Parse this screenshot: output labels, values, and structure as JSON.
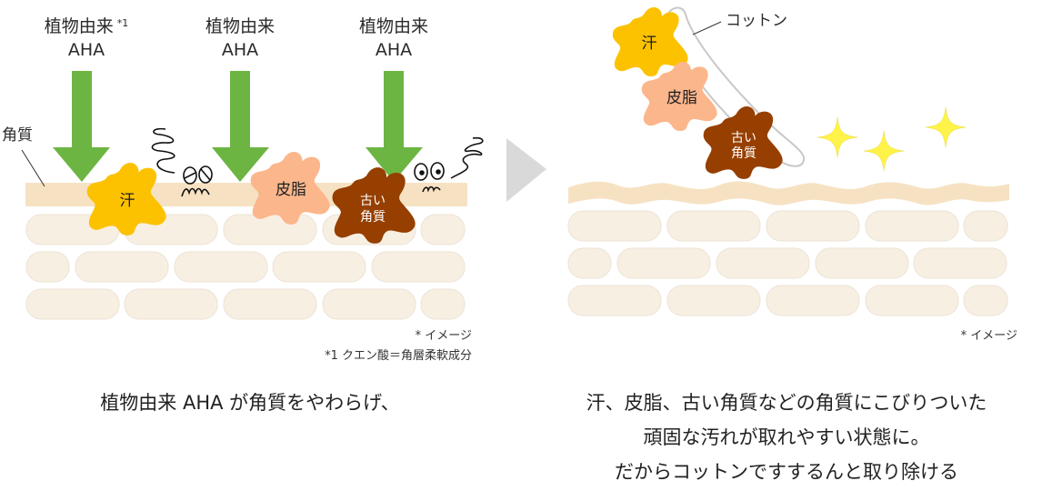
{
  "left_panel": {
    "arrows": [
      {
        "label_line1": "植物由来",
        "label_line2": "AHA",
        "footnote_mark": "*1"
      },
      {
        "label_line1": "植物由来",
        "label_line2": "AHA",
        "footnote_mark": ""
      },
      {
        "label_line1": "植物由来",
        "label_line2": "AHA",
        "footnote_mark": ""
      }
    ],
    "stratum_label": "角質",
    "splats": {
      "sweat": "汗",
      "sebum": "皮脂",
      "old_keratin_line1": "古い",
      "old_keratin_line2": "角質"
    },
    "note_image": "* イメージ",
    "note_footnote": "*1 クエン酸＝角層柔軟成分",
    "caption": "植物由来 AHA が角質をやわらげ、"
  },
  "right_panel": {
    "cotton_label": "コットン",
    "splats": {
      "sweat": "汗",
      "sebum": "皮脂",
      "old_keratin_line1": "古い",
      "old_keratin_line2": "角質"
    },
    "note_image": "* イメージ",
    "caption_lines": [
      "汗、皮脂、古い角質などの角質にこびりついた",
      "頑固な汚れが取れやすい状態に。",
      "だからコットンですするんと取り除ける"
    ]
  },
  "colors": {
    "arrow_green": "#6db543",
    "stratum": "#f6e2c3",
    "brick": "#f8efe3",
    "sweat": "#fcc200",
    "sebum": "#fbb68c",
    "old_keratin": "#963f00",
    "sparkle": "#fff34a",
    "divider_arrow": "#d9d9d9",
    "cotton_outline": "#c8c8c8"
  }
}
